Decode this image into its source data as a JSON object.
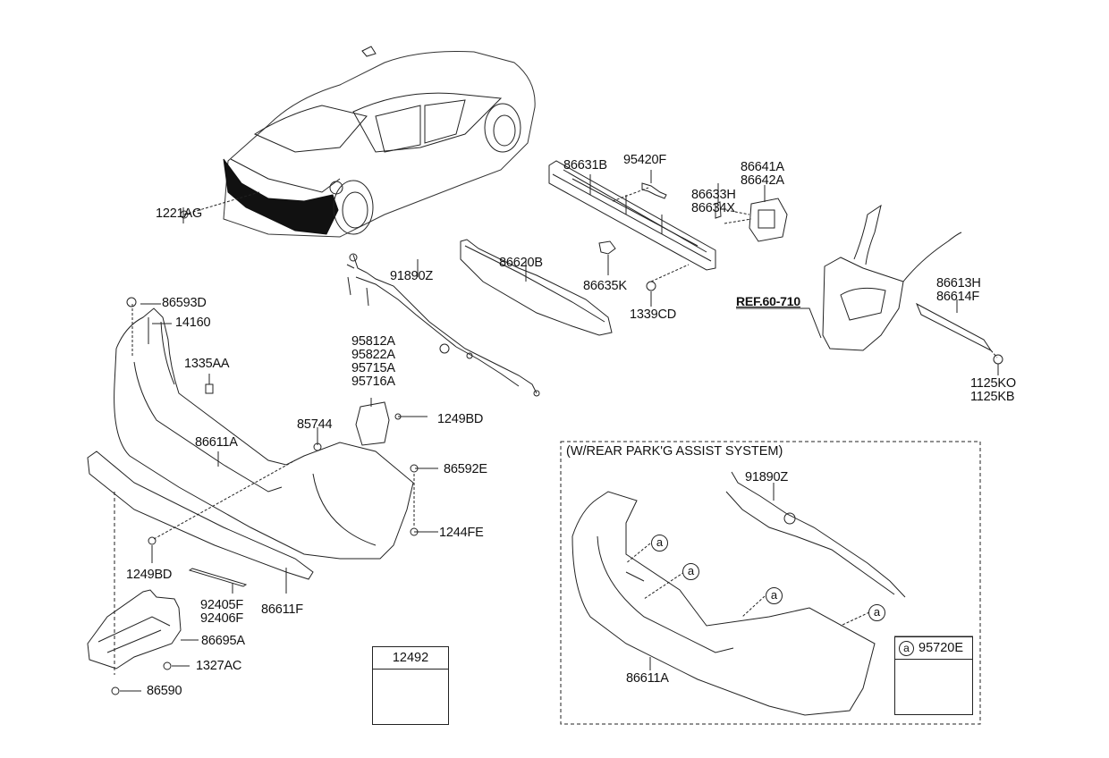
{
  "diagram": {
    "title": "Rear bumper parts diagram",
    "labels": {
      "p1221AG": "1221AG",
      "p86631B": "86631B",
      "p95420F": "95420F",
      "p86641A_86642A": [
        "86641A",
        "86642A"
      ],
      "p86633H_86634X": [
        "86633H",
        "86634X"
      ],
      "p86620B": "86620B",
      "p86635K": "86635K",
      "p1339CD": "1339CD",
      "ref": "REF.60-710",
      "p86613H_86614F": [
        "86613H",
        "86614F"
      ],
      "p1125KO_1125KB": [
        "1125KO",
        "1125KB"
      ],
      "p91890Z": "91890Z",
      "p86593D": "86593D",
      "p14160": "14160",
      "p1335AA": "1335AA",
      "p958xx": [
        "95812A",
        "95822A",
        "95715A",
        "95716A"
      ],
      "p85744": "85744",
      "p1249BD_a": "1249BD",
      "p86611A": "86611A",
      "p86592E": "86592E",
      "p1244FE": "1244FE",
      "p1249BD_b": "1249BD",
      "p92405F_92406F": [
        "92405F",
        "92406F"
      ],
      "p86611F": "86611F",
      "p86695A": "86695A",
      "p1327AC": "1327AC",
      "p86590": "86590"
    },
    "screw_box": {
      "header": "12492"
    },
    "assist_panel": {
      "title": "(W/REAR PARK'G ASSIST SYSTEM)",
      "harness": "91890Z",
      "bumper": "86611A",
      "callout": "a",
      "sensor_box": {
        "callout": "a",
        "part": "95720E"
      }
    }
  }
}
